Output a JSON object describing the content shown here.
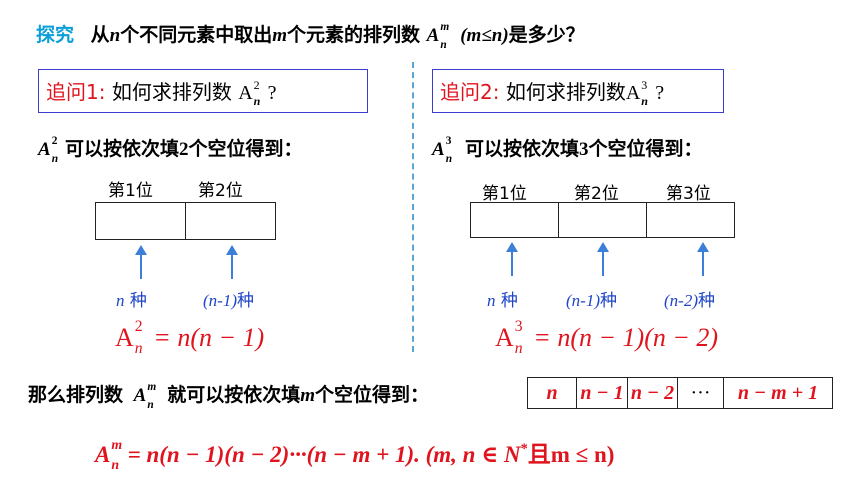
{
  "title": {
    "tag": "探究",
    "text_a": "从",
    "n": "n",
    "text_b": "个不同元素中取出",
    "m": "m",
    "text_c": "个元素的排列数",
    "A": "A",
    "cond": "(m≤n)",
    "text_d": "是多少？"
  },
  "left": {
    "question_prefix": "追问1:",
    "question_text": "如何求排列数",
    "question_sup": "2",
    "question_end": "?",
    "fill_sup": "2",
    "fill_text": "可以按依次填",
    "fill_num": "2",
    "fill_end": "个空位得到：",
    "positions": [
      "第1位",
      "第2位"
    ],
    "ways": [
      {
        "var": "n",
        "rest": " 种"
      },
      {
        "var": "(n-1)",
        "rest": "种"
      }
    ],
    "result_sup": "2",
    "result_expr": "=  n(n − 1)"
  },
  "right": {
    "question_prefix": "追问2:",
    "question_text": "如何求排列数",
    "question_sup": "3",
    "question_end": "?",
    "fill_sup": "3",
    "fill_text": "可以按依次填",
    "fill_num": "3",
    "fill_end": "个空位得到：",
    "positions": [
      "第1位",
      "第2位",
      "第3位"
    ],
    "ways": [
      {
        "var": "n",
        "rest": " 种"
      },
      {
        "var": "(n-1)",
        "rest": "种"
      },
      {
        "var": "(n-2)",
        "rest": "种"
      }
    ],
    "result_sup": "3",
    "result_expr": "=  n(n − 1)(n − 2)"
  },
  "bottom": {
    "lead": "那么排列数",
    "lead_sup": "m",
    "lead_text": "就可以按依次填",
    "m": "m",
    "lead_end": "个空位得到：",
    "cells": [
      "n",
      "n − 1",
      "n − 2",
      "···",
      "n − m + 1"
    ],
    "formula": "= n(n − 1)(n − 2)···(n − m + 1).  (m, n ∈ N",
    "formula_star": "*",
    "formula_end": "且m ≤ n)",
    "formula_sup": "m"
  },
  "colors": {
    "red": "#e0141e",
    "blue": "#1f45c8",
    "cyan": "#0a9fd8",
    "frame": "#3b3bd0",
    "arrow": "#3b7fd8"
  }
}
